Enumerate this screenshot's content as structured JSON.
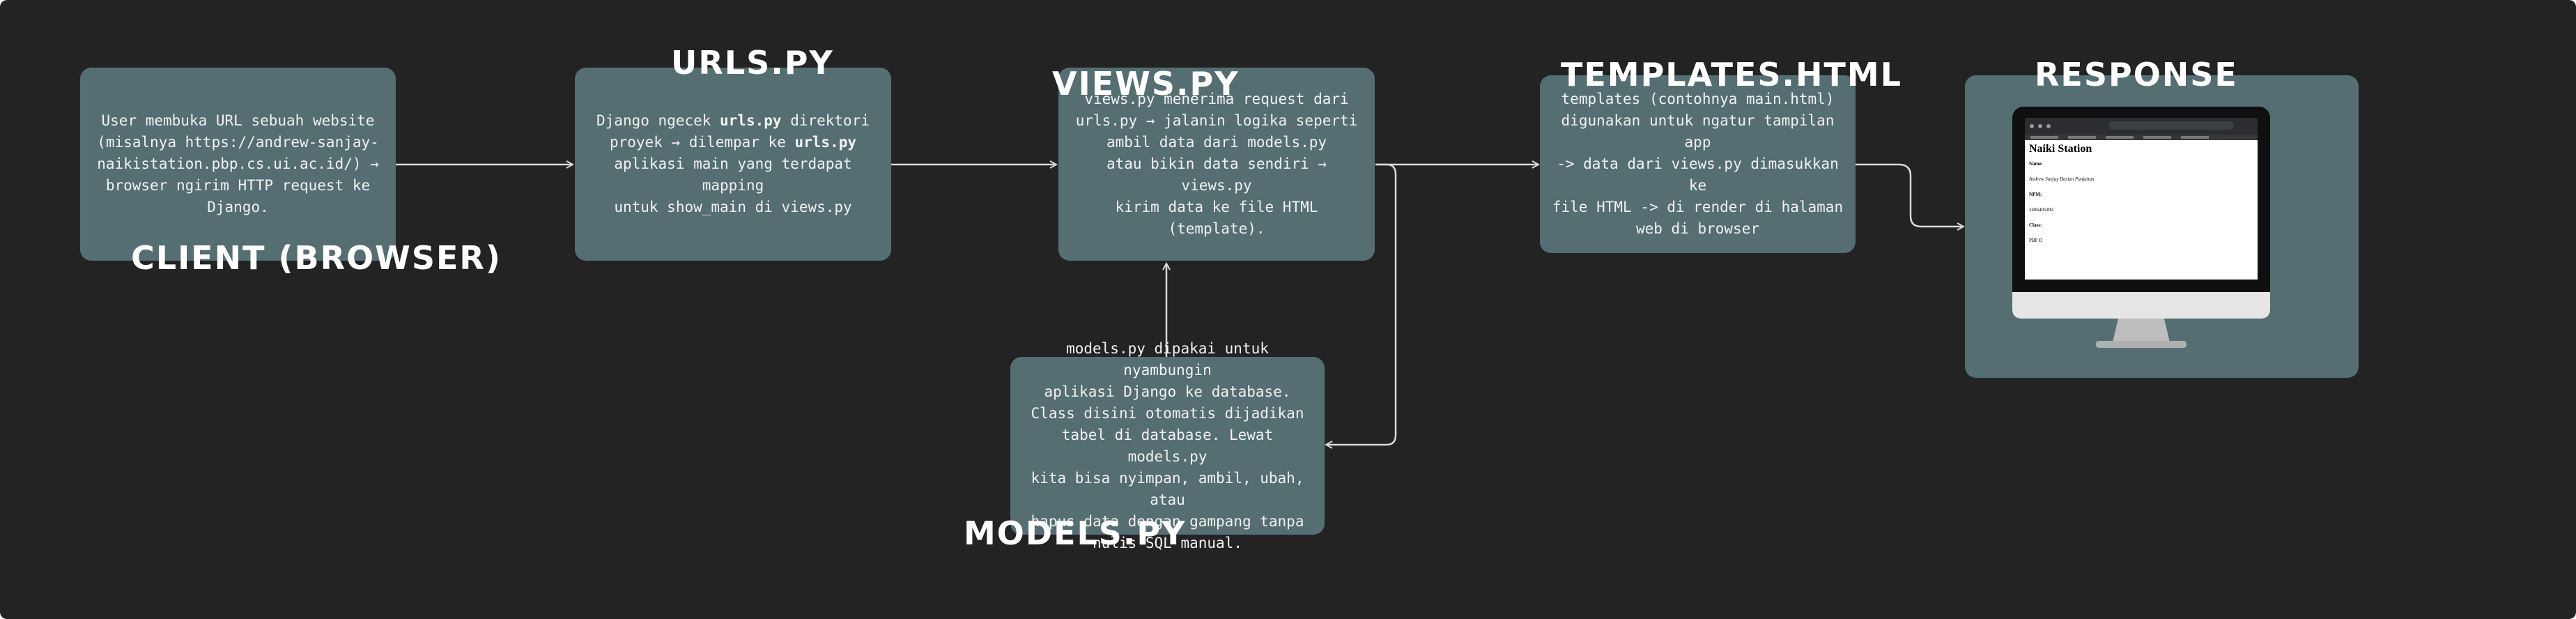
{
  "colors": {
    "canvas": "#232323",
    "box": "#546e72",
    "arrow": "#d9d9d9",
    "text": "#f2f2f2"
  },
  "nodes": {
    "client": {
      "label": "CLIENT (BROWSER)",
      "text_a": "User membuka URL sebuah website\n(misalnya https://andrew-sanjay-\nnaikistation.pbp.cs.ui.ac.id/) → \nbrowser ngirim HTTP request ke\nDjango."
    },
    "urls": {
      "label": "URLS.PY",
      "t1": "Django ngecek ",
      "b1": "urls.py",
      "t2": " direktori\nproyek → dilempar ke ",
      "b2": "urls.py",
      "t3": "\naplikasi main yang terdapat mapping\nuntuk show_main di views.py"
    },
    "views": {
      "label": "VIEWS.PY",
      "text_a": "views.py menerima request dari\nurls.py → jalanin logika seperti\nambil data dari models.py\natau bikin data sendiri → views.py\nkirim data ke file HTML (template)."
    },
    "models": {
      "label": "MODELS.PY",
      "text_a": "models.py dipakai untuk nyambungin\naplikasi Django ke database.\nClass disini otomatis dijadikan\ntabel di database. Lewat models.py\nkita bisa nyimpan, ambil, ubah, atau\nhapus data dengan gampang tanpa\nnulis SQL manual."
    },
    "templates": {
      "label": "TEMPLATES.HTML",
      "text_a": "templates (contohnya main.html)\ndigunakan untuk ngatur tampilan app\n-> data dari views.py dimasukkan ke\nfile HTML -> di render di halaman\nweb di browser"
    },
    "response": {
      "label": "RESPONSE",
      "page_title": "Naiki Station",
      "fields": [
        "Name:",
        "Andrew Sanjay Hasian Panjaitan",
        "NPM:",
        "2406405492",
        "Class:",
        "PBP D"
      ]
    }
  }
}
